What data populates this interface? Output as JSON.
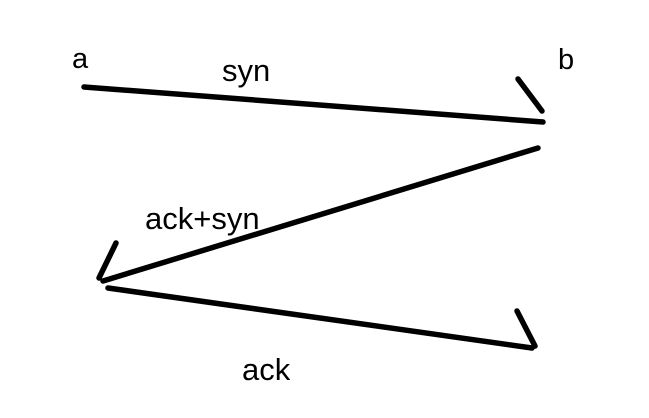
{
  "diagram": {
    "background_color": "#ffffff",
    "stroke_color": "#000000",
    "text_color": "#000000",
    "endpoints": {
      "a": "a",
      "b": "b"
    },
    "messages": [
      {
        "from": "a",
        "to": "b",
        "label": "syn"
      },
      {
        "from": "b",
        "to": "a",
        "label": "ack+syn"
      },
      {
        "from": "a",
        "to": "b",
        "label": "ack"
      }
    ]
  }
}
